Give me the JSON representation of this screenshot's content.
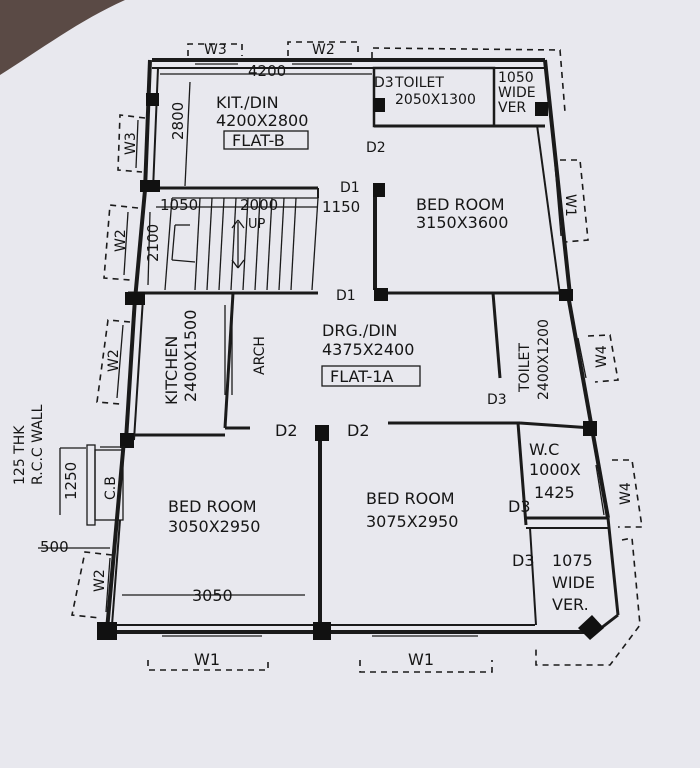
{
  "plan": {
    "flat_b_label": "FLAT-B",
    "flat_1a_label": "FLAT-1A",
    "rooms": {
      "kit_din_name": "KIT./DIN",
      "kit_din_size": "4200X2800",
      "toilet_top_name": "TOILET",
      "toilet_top_size": "2050X1300",
      "ver_top_l1": "1050",
      "ver_top_l2": "WIDE",
      "ver_top_l3": "VER",
      "bed_ne_name": "BED ROOM",
      "bed_ne_size": "3150X3600",
      "kitchen_name": "KITCHEN",
      "kitchen_size": "2400X1500",
      "arch": "ARCH",
      "drg_name": "DRG./DIN",
      "drg_size": "4375X2400",
      "toilet_mid_name": "TOILET",
      "toilet_mid_size": "2400X1200",
      "wc_name": "W.C",
      "wc_size_1": "1000X",
      "wc_size_2": "1425",
      "bed_sw_name": "BED ROOM",
      "bed_sw_size": "3050X2950",
      "bed_s_name": "BED ROOM",
      "bed_s_size": "3075X2950",
      "ver_bot_l1": "1075",
      "ver_bot_l2": "WIDE",
      "ver_bot_l3": "VER.",
      "cb": "C.B",
      "up": "UP",
      "wall_note_1": "125 THK",
      "wall_note_2": "R.C.C WALL"
    },
    "dims": {
      "d4200": "4200",
      "d2800": "2800",
      "d1050": "1050",
      "d2000": "2000",
      "d1150": "1150",
      "d2100": "2100",
      "d1250": "1250",
      "d500": "500",
      "d3050": "3050"
    },
    "labels": {
      "w3_top": "W3",
      "w2_top": "W2",
      "w3_left": "W3",
      "w2_left_1": "W2",
      "w2_left_2": "W2",
      "w2_left_3": "W2",
      "w1_right": "W1",
      "w4_right_1": "W4",
      "w4_right_2": "W4",
      "w1_bot_1": "W1",
      "w1_bot_2": "W1",
      "d3_toilet_top": "D3",
      "d2_top": "D2",
      "d1_upper": "D1",
      "d1_lower": "D1",
      "d3_toilet_mid": "D3",
      "d2_left": "D2",
      "d2_right": "D2",
      "d3_wc": "D3",
      "d3_ver": "D3"
    }
  }
}
